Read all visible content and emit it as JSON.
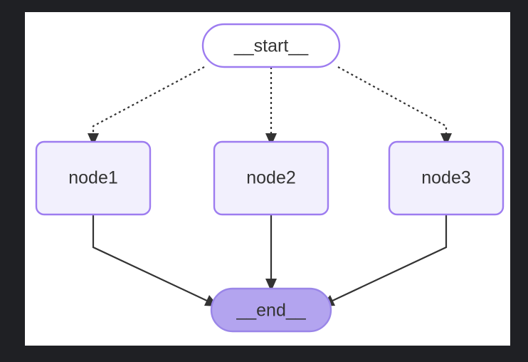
{
  "diagram": {
    "type": "flowchart",
    "title": "",
    "direction": "top-down",
    "canvas_background": "#ffffff",
    "page_background": "#1f2024",
    "nodes": [
      {
        "id": "start",
        "label": "__start__",
        "shape": "stadium",
        "fill": "#ffffff",
        "stroke": "#9d7cf0",
        "text_color": "#333333"
      },
      {
        "id": "node1",
        "label": "node1",
        "shape": "rounded-rect",
        "fill": "#f2f0fd",
        "stroke": "#9d7cf0",
        "text_color": "#333333"
      },
      {
        "id": "node2",
        "label": "node2",
        "shape": "rounded-rect",
        "fill": "#f2f0fd",
        "stroke": "#9d7cf0",
        "text_color": "#333333"
      },
      {
        "id": "node3",
        "label": "node3",
        "shape": "rounded-rect",
        "fill": "#f2f0fd",
        "stroke": "#9d7cf0",
        "text_color": "#333333"
      },
      {
        "id": "end",
        "label": "__end__",
        "shape": "stadium",
        "fill": "#b3a4ef",
        "stroke": "#9a86e8",
        "text_color": "#333333"
      }
    ],
    "edges": [
      {
        "from": "start",
        "to": "node1",
        "style": "dotted",
        "label": "",
        "arrow": "triangle"
      },
      {
        "from": "start",
        "to": "node2",
        "style": "dotted",
        "label": "",
        "arrow": "triangle"
      },
      {
        "from": "start",
        "to": "node3",
        "style": "dotted",
        "label": "",
        "arrow": "triangle"
      },
      {
        "from": "node1",
        "to": "end",
        "style": "solid",
        "label": "",
        "arrow": "triangle"
      },
      {
        "from": "node2",
        "to": "end",
        "style": "solid",
        "label": "",
        "arrow": "triangle"
      },
      {
        "from": "node3",
        "to": "end",
        "style": "solid",
        "label": "",
        "arrow": "triangle"
      }
    ]
  }
}
